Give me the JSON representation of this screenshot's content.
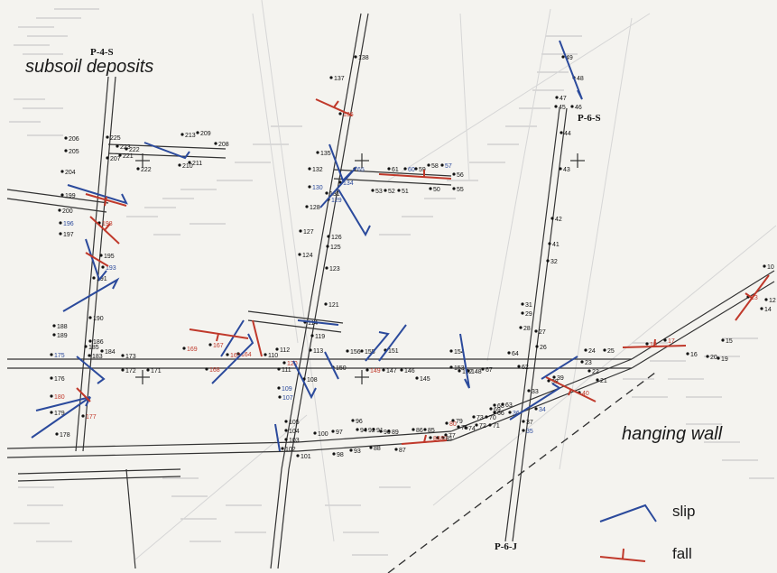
{
  "labels": {
    "subsoil": "subsoil deposits",
    "hanging_wall": "hanging wall"
  },
  "shafts": {
    "p4s": "P-4-S",
    "p6s": "P-6-S",
    "p6j": "P-6-J"
  },
  "legend": {
    "slip": "slip",
    "fall": "fall"
  },
  "colors": {
    "slip": "#2b4a9c",
    "fall": "#c0392b",
    "gallery": "#333333",
    "background": "#f4f3ef"
  },
  "stations": [
    "206",
    "205",
    "204",
    "225",
    "223",
    "222",
    "221",
    "207",
    "213",
    "209",
    "208",
    "211",
    "210",
    "222",
    "199",
    "200",
    "196",
    "197",
    "198",
    "195",
    "193",
    "191",
    "188",
    "189",
    "190",
    "186",
    "185",
    "184",
    "183",
    "175",
    "176",
    "180",
    "179",
    "178",
    "177",
    "173",
    "172",
    "171",
    "169",
    "168",
    "167",
    "163",
    "164",
    "138",
    "137",
    "136",
    "135",
    "132",
    "130",
    "134",
    "129",
    "131",
    "128",
    "127",
    "126",
    "125",
    "124",
    "123",
    "121",
    "120",
    "119",
    "114",
    "113",
    "112",
    "110",
    "111",
    "109",
    "107",
    "108",
    "105",
    "104",
    "103",
    "102",
    "101",
    "156",
    "155",
    "151",
    "150",
    "149",
    "147",
    "146",
    "145",
    "154",
    "153",
    "152",
    "148",
    "67",
    "64",
    "62",
    "65",
    "61",
    "60",
    "59",
    "58",
    "57",
    "56",
    "55",
    "53",
    "52",
    "51",
    "50",
    "100",
    "97",
    "96",
    "94",
    "92",
    "91",
    "90",
    "89",
    "98",
    "93",
    "88",
    "87",
    "86",
    "85",
    "84",
    "83",
    "81",
    "80",
    "79",
    "77",
    "75",
    "74",
    "73",
    "72",
    "71",
    "70",
    "69",
    "68",
    "66",
    "63",
    "36",
    "37",
    "35",
    "34",
    "33",
    "38",
    "39",
    "40",
    "21",
    "22",
    "23",
    "24",
    "25",
    "49",
    "48",
    "47",
    "46",
    "45",
    "44",
    "43",
    "42",
    "41",
    "32",
    "31",
    "29",
    "28",
    "27",
    "26",
    "18",
    "17",
    "16",
    "20",
    "19",
    "15",
    "14",
    "13",
    "12",
    "10"
  ]
}
